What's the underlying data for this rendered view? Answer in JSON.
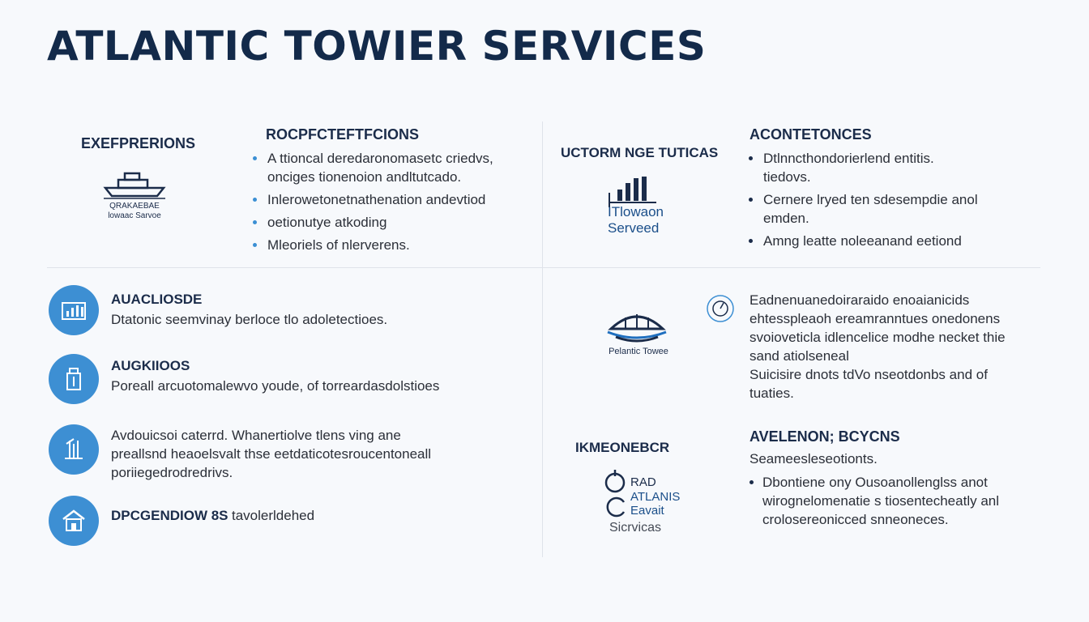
{
  "header": {
    "title": "ATLANTIC TOWIER SERVICES"
  },
  "panel_tl": {
    "left_heading": "EXEFPRERIONS",
    "logo_caption": "QRAKAEBAE\nlowaac Sarvoe",
    "heading": "ROCPFCTEFTFCIONS",
    "bullets": [
      "A ttioncal deredaronomasetc criedvs,\nonciges tionenoion andltutcado.",
      "Inlerowetonetnathenation andevtiod",
      "oetionutye atkoding",
      "Mleoriels of nlerverens."
    ]
  },
  "panel_tr": {
    "left_heading": "UCTORM NGE TUTICAS",
    "logo_text": "ITlowaon\nServeed",
    "heading": "ACONTETONCES",
    "bullets": [
      "Dtlnncthondorierlend entitis.\ntiedovs.",
      "Cernere lryed ten sdesempdie anol\nemden.",
      "Amng leatte noleeanand eetiond"
    ]
  },
  "panel_bl": {
    "items": [
      {
        "icon": "bar-chart-icon",
        "heading": "AUACLIOSDE",
        "text": "Dtatonic seemvinay berloce tlo adoletectioes."
      },
      {
        "icon": "building-icon",
        "heading": "AUGKIIOOS",
        "text": "Poreall arcuotomalewvo youde, of torreardasdolstioes"
      },
      {
        "icon": "tower-icon",
        "heading": "",
        "text": "Avdouicsoi caterrd. Whanertiolve tlens ving ane\npreallsnd heaoelsvalt thse eetdaticotesroucentoneall\nporiiegedrodredrivs."
      },
      {
        "icon": "house-icon",
        "heading": "DPCGENDIOW 8S",
        "text": "tavolerldehed"
      }
    ]
  },
  "panel_br": {
    "logo_caption": "Pelantic Towee",
    "paragraph": "Eadnenuanedoiraraido enoaianicids\nehtesspleaoh ereamranntues onedonens\nsvoioveticla idlencelice modhe necket thie\nsand atiolseneal\nSuicisire dnots tdVo nseotdonbs and of\ntuaties.",
    "logo2_lines": [
      "RAD",
      "ATLANIS",
      "Eavait",
      "Sicrvicas"
    ],
    "left_heading": "IKMEONEBCR",
    "heading": "AVELENON; BCYCNS",
    "subtext": "Seameesleseotionts.",
    "bullets": [
      "Dbontiene ony Ousoanollenglss anot\nwirognelomenatie s tiosentecheatly anl\ncrolosereonicced snneoneces."
    ]
  }
}
